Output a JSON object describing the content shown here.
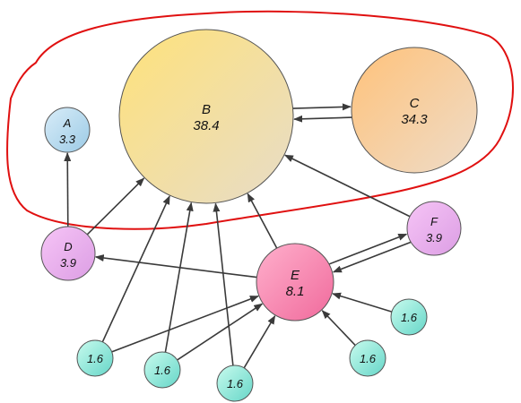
{
  "nodes": [
    {
      "id": "A",
      "name": "A",
      "score": "3.3",
      "color_from": "#d8ecf8",
      "color_to": "#9ccbe6"
    },
    {
      "id": "B",
      "name": "B",
      "score": "38.4",
      "color_from": "#ffe27a",
      "color_to": "#e7dcc8"
    },
    {
      "id": "C",
      "name": "C",
      "score": "34.3",
      "color_from": "#ffc27a",
      "color_to": "#eedcc9"
    },
    {
      "id": "D",
      "name": "D",
      "score": "3.9",
      "color_from": "#f6c4f6",
      "color_to": "#dc9ee4"
    },
    {
      "id": "E",
      "name": "E",
      "score": "8.1",
      "color_from": "#ffb0cc",
      "color_to": "#f06a9c"
    },
    {
      "id": "F",
      "name": "F",
      "score": "3.9",
      "color_from": "#f6c4f6",
      "color_to": "#dc9ee4"
    },
    {
      "id": "S1",
      "name": "",
      "score": "1.6",
      "color_from": "#c8fbee",
      "color_to": "#66d6c8"
    },
    {
      "id": "S2",
      "name": "",
      "score": "1.6",
      "color_from": "#c8fbee",
      "color_to": "#66d6c8"
    },
    {
      "id": "S3",
      "name": "",
      "score": "1.6",
      "color_from": "#c8fbee",
      "color_to": "#66d6c8"
    },
    {
      "id": "S4",
      "name": "",
      "score": "1.6",
      "color_from": "#c8fbee",
      "color_to": "#66d6c8"
    },
    {
      "id": "S5",
      "name": "",
      "score": "1.6",
      "color_from": "#c8fbee",
      "color_to": "#66d6c8"
    }
  ],
  "edges": [
    {
      "from": "D",
      "to": "A"
    },
    {
      "from": "D",
      "to": "B"
    },
    {
      "from": "B",
      "to": "C"
    },
    {
      "from": "C",
      "to": "B"
    },
    {
      "from": "E",
      "to": "B"
    },
    {
      "from": "E",
      "to": "D"
    },
    {
      "from": "E",
      "to": "F"
    },
    {
      "from": "F",
      "to": "E"
    },
    {
      "from": "F",
      "to": "B"
    },
    {
      "from": "S1",
      "to": "B"
    },
    {
      "from": "S1",
      "to": "E"
    },
    {
      "from": "S2",
      "to": "B"
    },
    {
      "from": "S2",
      "to": "E"
    },
    {
      "from": "S3",
      "to": "B"
    },
    {
      "from": "S3",
      "to": "E"
    },
    {
      "from": "S4",
      "to": "E"
    },
    {
      "from": "S5",
      "to": "E"
    }
  ],
  "highlight_color": "#e01010"
}
